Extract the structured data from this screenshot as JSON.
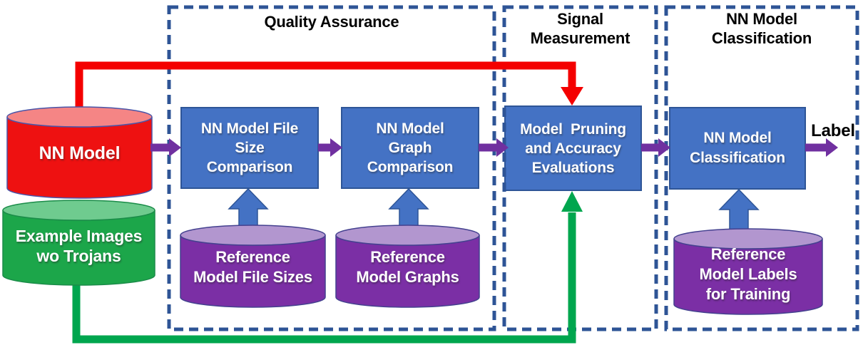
{
  "diagram": {
    "sections": [
      {
        "name": "quality-assurance",
        "title_lines": [
          "Quality Assurance"
        ]
      },
      {
        "name": "signal-measurement",
        "title_lines": [
          "Signal",
          "Measurement"
        ]
      },
      {
        "name": "nn-model-classification",
        "title_lines": [
          "NN Model",
          "Classification"
        ]
      }
    ],
    "process_boxes": [
      {
        "lines": [
          "NN Model File",
          "Size",
          "Comparison"
        ]
      },
      {
        "lines": [
          "NN Model",
          "Graph",
          "Comparison"
        ]
      },
      {
        "lines": [
          "Model  Pruning",
          "and Accuracy",
          "Evaluations"
        ]
      },
      {
        "lines": [
          "NN Model",
          "Classification"
        ]
      }
    ],
    "data_stores": [
      {
        "lines": [
          "NN Model"
        ]
      },
      {
        "lines": [
          "Example Images",
          "wo Trojans"
        ]
      },
      {
        "lines": [
          "Reference",
          "Model File Sizes"
        ]
      },
      {
        "lines": [
          "Reference",
          "Model Graphs"
        ]
      },
      {
        "lines": [
          "Reference",
          "Model Labels",
          "for Training"
        ]
      }
    ],
    "output_label": "Label",
    "colors": {
      "box_fill": "#4472C4",
      "box_border": "#2E5597",
      "flow_arrow": "#7030A0",
      "section_border": "#2E5496",
      "nn_model_store": "#EE1111",
      "nn_model_store_top": "#F58585",
      "example_images_store": "#1CA64A",
      "example_images_store_top": "#6FCB8F",
      "reference_store": "#7B2FA5",
      "reference_store_top": "#B296CF",
      "nn_model_path": "#F40000",
      "example_images_path": "#00A64E"
    }
  }
}
